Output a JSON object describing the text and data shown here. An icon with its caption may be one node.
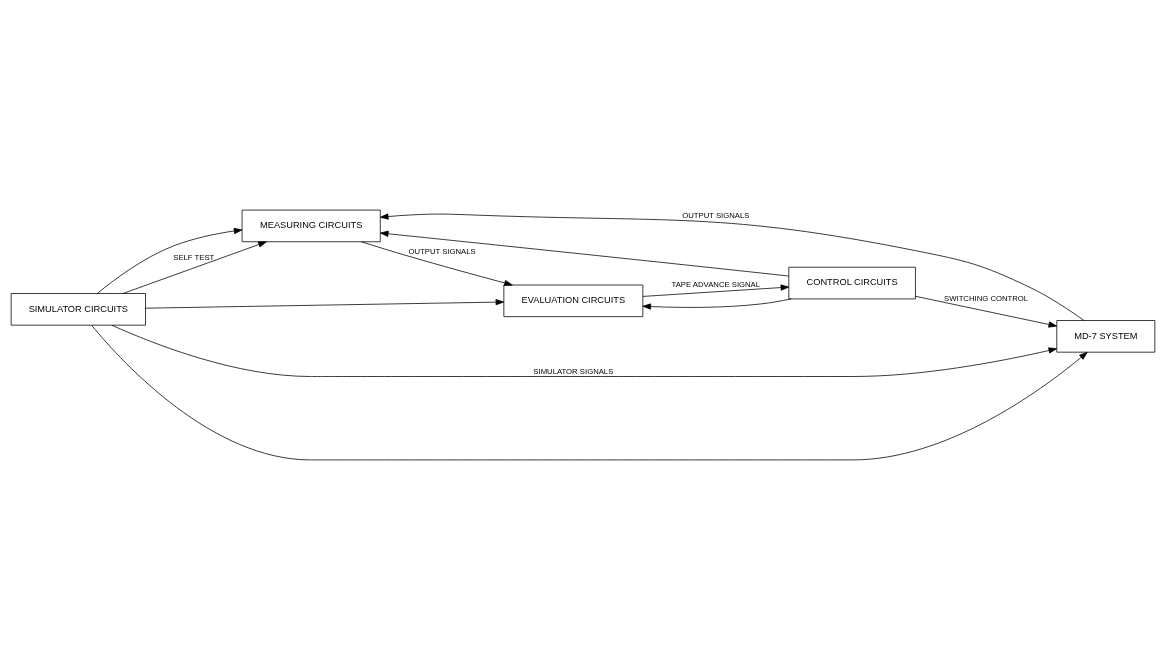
{
  "diagram": {
    "nodes": [
      {
        "text": [
          "MEASURING CIRCUITS"
        ]
      },
      {
        "text": [
          "MD-7 SYSTEM"
        ]
      },
      {
        "text": [
          "EVALUATION CIRCUITS"
        ]
      },
      {
        "text": [
          "SIMULATOR CIRCUITS"
        ]
      },
      {
        "text": [
          "CONTROL CIRCUITS"
        ]
      }
    ],
    "edges": [
      {
        "from": 3,
        "to": 0,
        "arrow": "to",
        "label": "SELF TEST"
      },
      {
        "from": 1,
        "to": 0,
        "arrow": "to",
        "label": "OUTPUT SIGNALS"
      },
      {
        "from": 0,
        "to": 2,
        "arrow": "to",
        "label": "OUTPUT SIGNALS"
      },
      {
        "from": 3,
        "to": 1,
        "arrow": "to",
        "label": "SIMULATOR SIGNALS"
      },
      {
        "from": 4,
        "to": 1,
        "arrow": "to",
        "label": "SWITCHING CONTROL"
      },
      {
        "from": 3,
        "to": 1,
        "arrow": "to"
      },
      {
        "from": 3,
        "to": 0,
        "arrow": "to"
      },
      {
        "from": 3,
        "to": 2,
        "arrow": "to"
      },
      {
        "from": 4,
        "to": 0,
        "arrow": "to"
      },
      {
        "from": 4,
        "to": 2,
        "arrow": "to"
      },
      {
        "from": 2,
        "to": 4,
        "arrow": "to",
        "label": "TAPE ADVANCE SIGNAL"
      }
    ]
  }
}
